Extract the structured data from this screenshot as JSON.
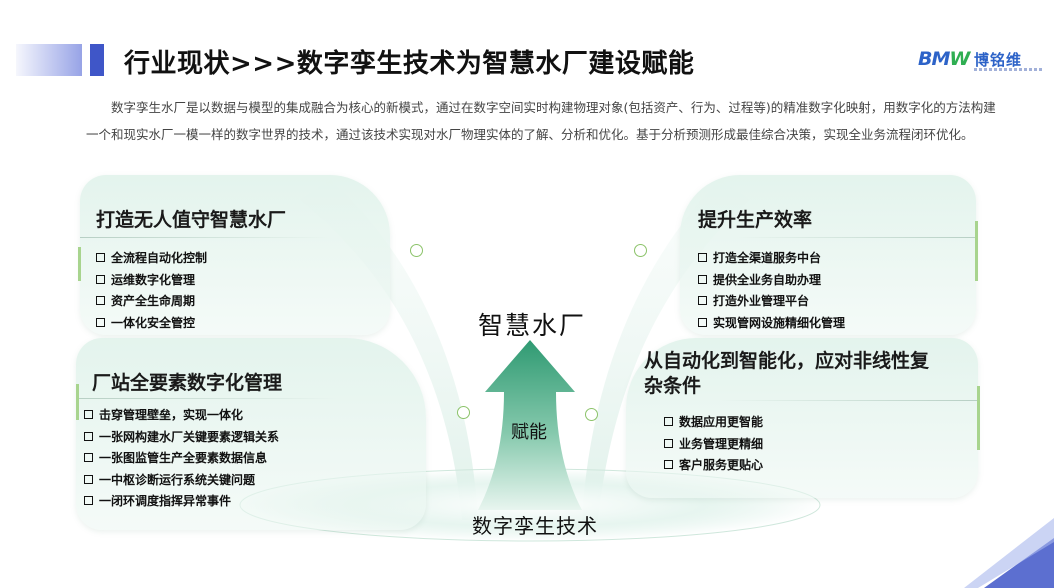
{
  "header": {
    "title": "行业现状>>>数字孪生技术为智慧水厂建设赋能",
    "logo_mark": "BMW",
    "logo_name": "博铭维"
  },
  "intro": "数字孪生水厂是以数据与模型的集成融合为核心的新模式，通过在数字空间实时构建物理对象(包括资产、行为、过程等)的精准数字化映射，用数字化的方法构建一个和现实水厂一模一样的数字世界的技术，通过该技术实现对水厂物理实体的了解、分析和优化。基于分析预测形成最佳综合决策，实现全业务流程闭环优化。",
  "center": {
    "title": "智慧水厂",
    "arrow_label": "赋能",
    "base_label": "数字孪生技术"
  },
  "panels": {
    "top_left": {
      "title": "打造无人值守智慧水厂",
      "items": [
        "全流程自动化控制",
        "运维数字化管理",
        "资产全生命周期",
        "一体化安全管控"
      ]
    },
    "bottom_left": {
      "title": "厂站全要素数字化管理",
      "items": [
        "击穿管理壁垒，实现一体化",
        "一张网构建水厂关键要素逻辑关系",
        "一张图监管生产全要素数据信息",
        "一中枢诊断运行系统关键问题",
        "一闭环调度指挥异常事件"
      ]
    },
    "top_right": {
      "title": "提升生产效率",
      "items": [
        "打造全渠道服务中台",
        "提供全业务自助办理",
        "打造外业管理平台",
        "实现管网设施精细化管理"
      ]
    },
    "bottom_right": {
      "title_line1": "从自动化到智能化，应对非线性复",
      "title_line2": "杂条件",
      "items": [
        "数据应用更智能",
        "业务管理更精细",
        "客户服务更贴心"
      ]
    }
  },
  "colors": {
    "accent_blue": "#3f56c8",
    "arrow_green": "#3aa27a",
    "panel_mint": "#e2f3ec",
    "node_green": "#8cc36a"
  }
}
